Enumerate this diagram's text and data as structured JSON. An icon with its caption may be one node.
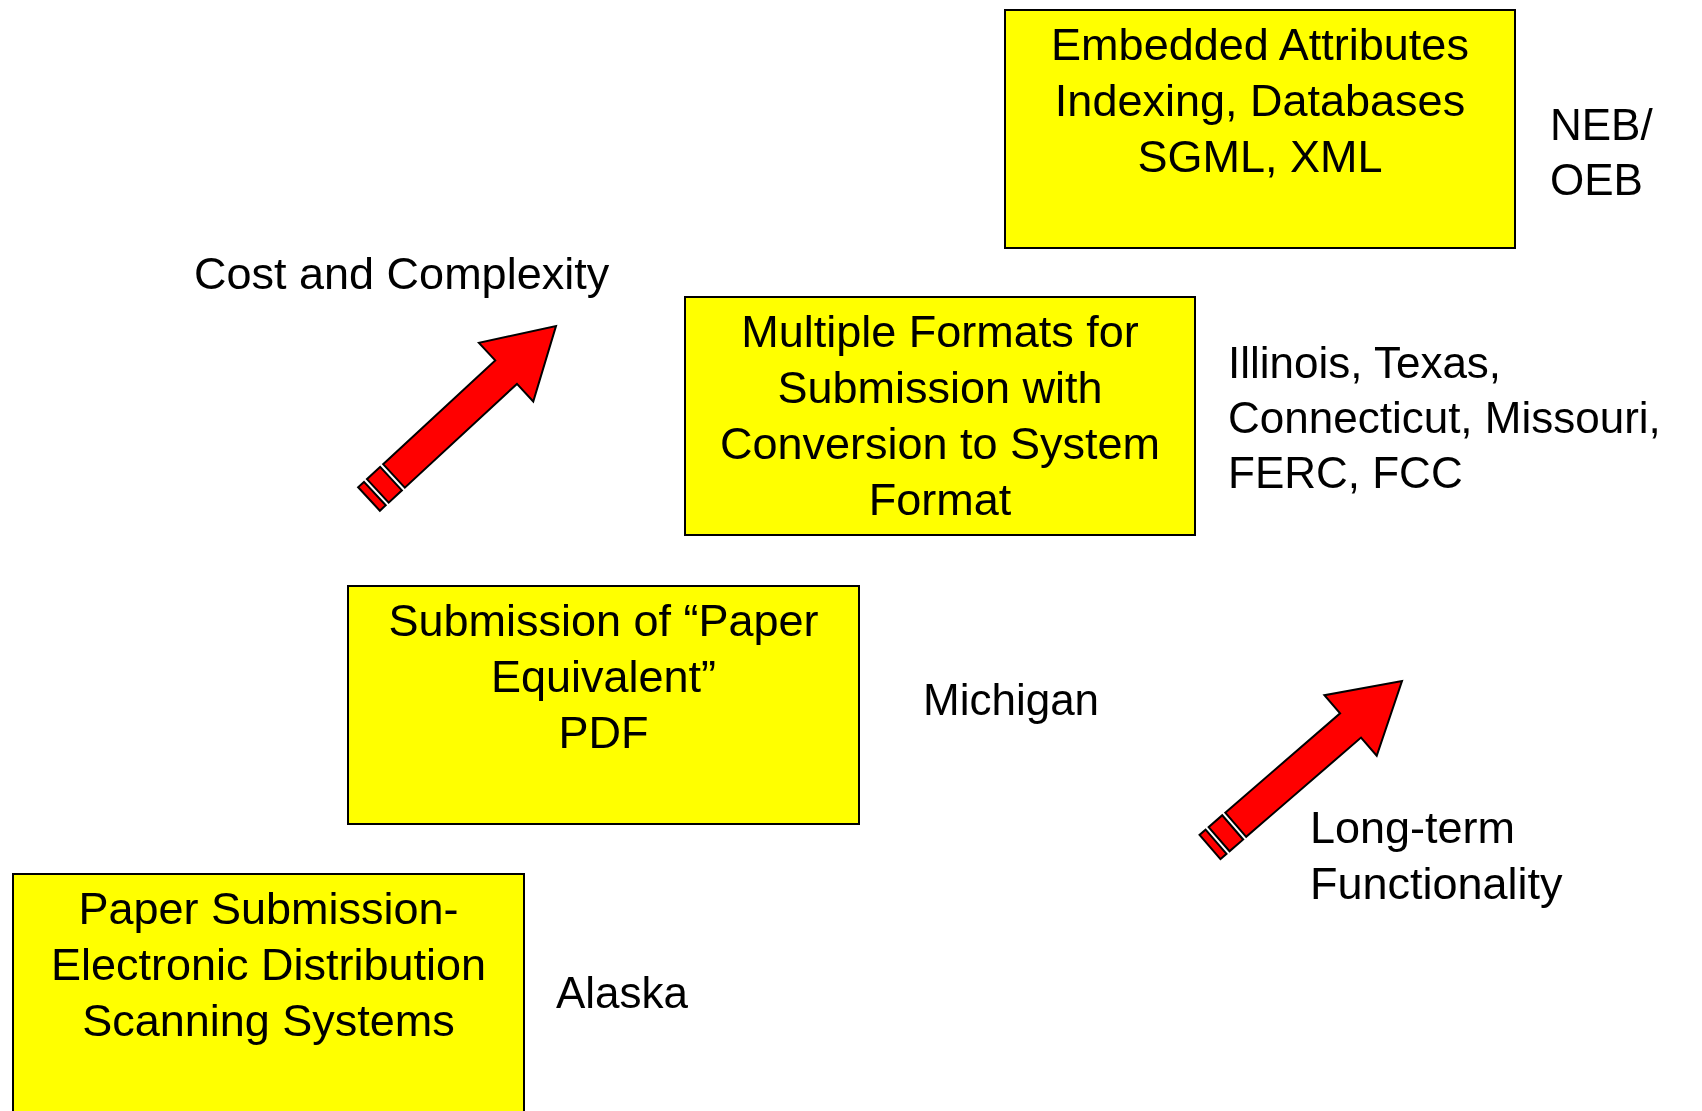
{
  "diagram": {
    "nodes": [
      {
        "text": [
          "Embedded Attributes",
          "Indexing, Databases",
          "SGML, XML"
        ],
        "beside": [
          "NEB/ OEB"
        ]
      },
      {
        "text": [
          "Multiple Formats for Submission with Conversion to System Format"
        ],
        "beside": [
          "Illinois, Texas, Connecticut, Missouri, FERC, FCC"
        ]
      },
      {
        "text": [
          "Submission of “Paper Equivalent”",
          "PDF"
        ],
        "beside": [
          "Michigan"
        ]
      },
      {
        "text": [
          "Paper Submission-",
          "Electronic Distribution",
          "Scanning Systems"
        ],
        "beside": [
          "Alaska"
        ]
      }
    ],
    "edges": [],
    "labels": [
      "Cost and Complexity",
      "Long-term Functionality"
    ]
  }
}
